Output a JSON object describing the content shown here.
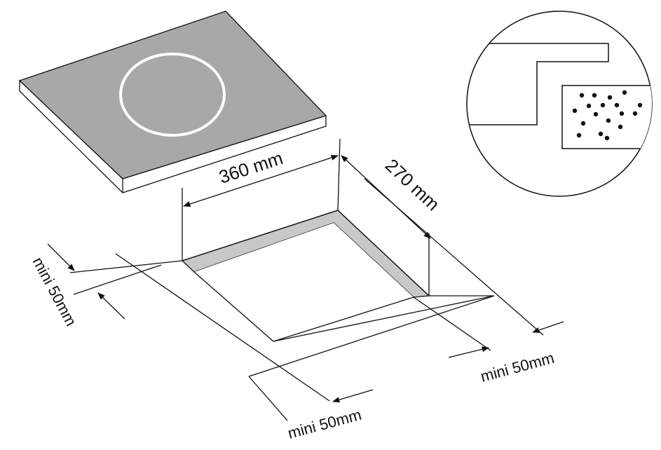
{
  "labels": {
    "width": "360 mm",
    "depth": "270 mm",
    "clearance_left": "mini 50mm",
    "clearance_bottom": "mini 50mm",
    "clearance_right": "mini 50mm"
  },
  "colors": {
    "hob_top": "#a8a8a8",
    "hob_edge": "#ffffff",
    "cutout_wall": "#c8c8c8",
    "line": "#111111",
    "burner_ring": "#ffffff"
  }
}
